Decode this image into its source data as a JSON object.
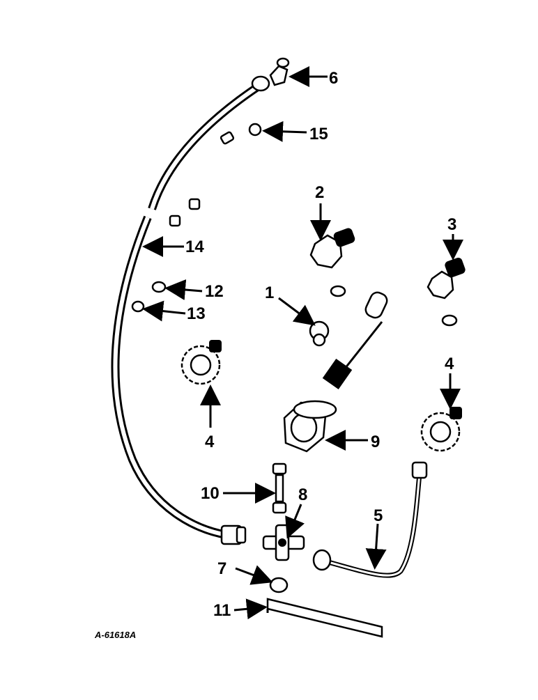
{
  "labels": {
    "p1": "1",
    "p2": "2",
    "p3": "3",
    "p4a": "4",
    "p4b": "4",
    "p5": "5",
    "p6": "6",
    "p7": "7",
    "p8": "8",
    "p9": "9",
    "p10": "10",
    "p11": "11",
    "p12": "12",
    "p13": "13",
    "p14": "14",
    "p15": "15"
  },
  "reference": "A-61618A"
}
